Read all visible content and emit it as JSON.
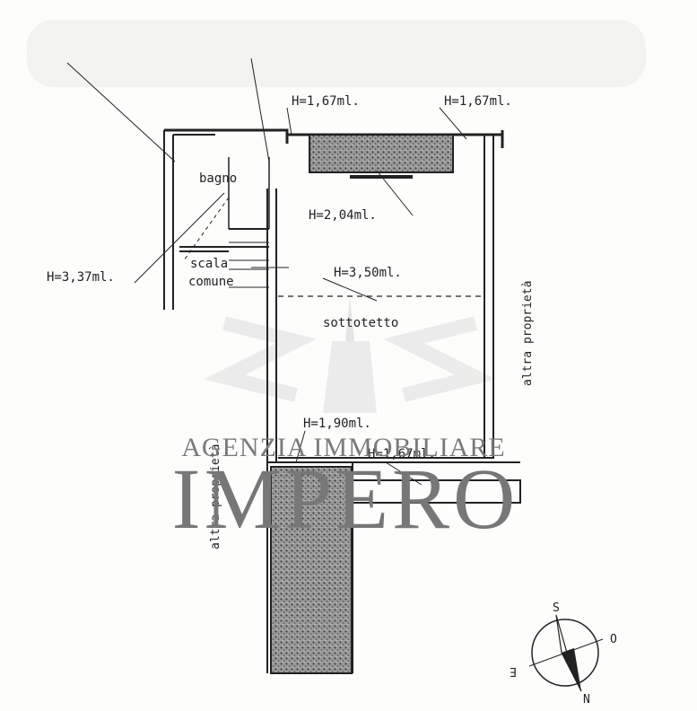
{
  "plan": {
    "rooms": {
      "bathroom": "bagno",
      "stairs_line1": "scala",
      "stairs_line2": "comune",
      "attic": "sottotetto"
    },
    "heights": {
      "h_top_left": "H=1,67ml.",
      "h_top_right": "H=1,67ml.",
      "h_terrace": "H=2,04ml.",
      "h_center": "H=3,50ml.",
      "h_bath": "H=3,37ml.",
      "h_bottom_left": "H=1,90ml.",
      "h_bottom_right": "H=1,67ml."
    },
    "neighbors": {
      "right": "altra proprietà",
      "left": "altra proprietà"
    },
    "compass": {
      "north": "N",
      "south": "S",
      "east": "E",
      "west": "O"
    }
  },
  "watermark": {
    "agency": "AGENZIA IMMOBILIARE",
    "brand": "IMPERO"
  }
}
